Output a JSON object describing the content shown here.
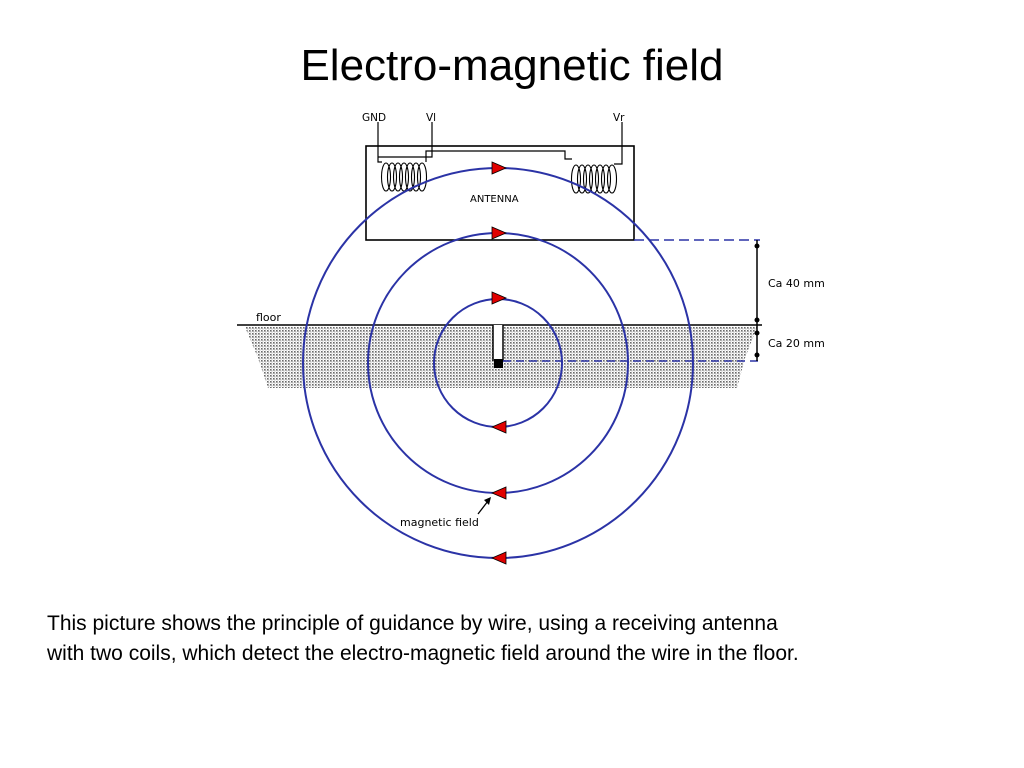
{
  "title": "Electro-magnetic field",
  "diagram": {
    "labels": {
      "gnd": "GND",
      "vl": "Vl",
      "vr": "Vr",
      "antenna": "ANTENNA",
      "floor": "floor",
      "dist_antenna": "Ca 40 mm",
      "dist_floor": "Ca 20 mm",
      "magnetic_field": "magnetic field"
    },
    "colors": {
      "field_lines": "#2b33a6",
      "arrows": "#e00000",
      "outline": "#000000",
      "floor_fill": "#c8c8c8"
    }
  },
  "caption": {
    "line1": "This picture shows the principle of guidance by wire,  using a receiving antenna",
    "line2": "with two coils, which detect the electro-magnetic field around the wire in the floor."
  }
}
